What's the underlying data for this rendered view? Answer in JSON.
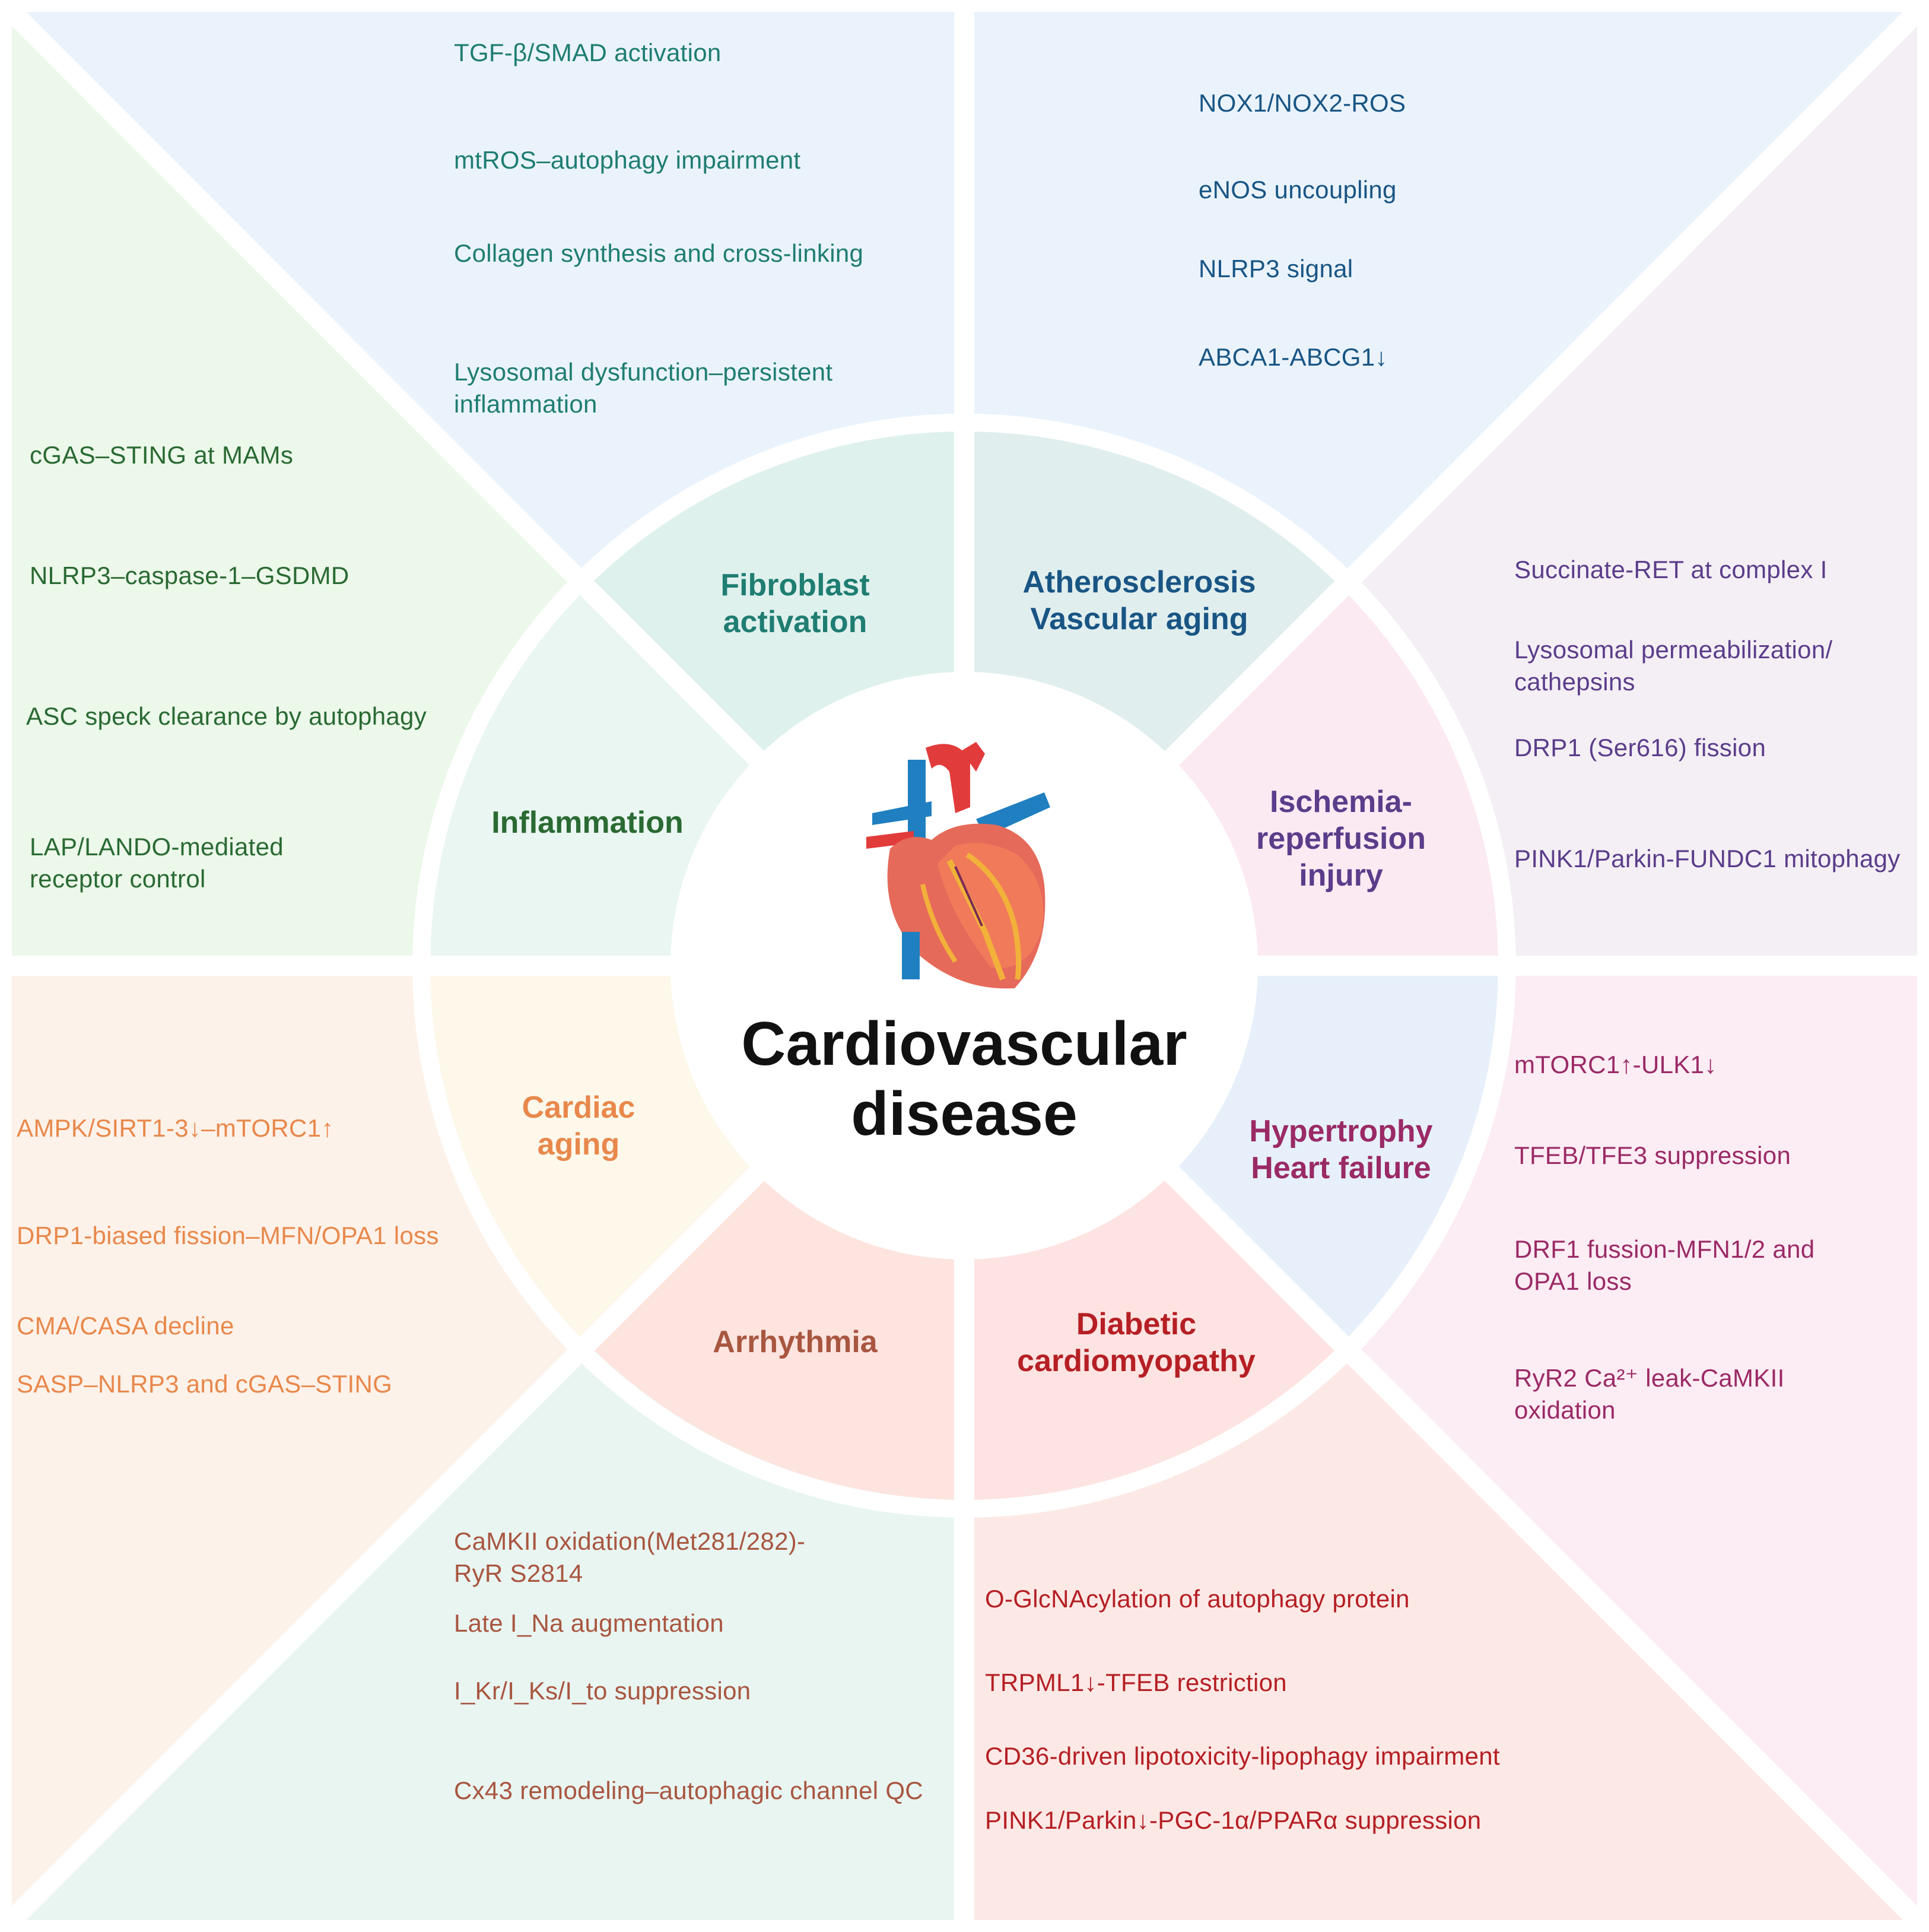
{
  "center_title": "Cardiovascular disease",
  "heart_icon": "heart-anatomy-icon",
  "colors": {
    "fibroblast": "#1f7d72",
    "atherosclerosis": "#195584",
    "ischemia": "#5b3d8a",
    "hypertrophy": "#9a2a66",
    "diabetic": "#b51f24",
    "arrhythmia": "#a85640",
    "aging": "#e8884c",
    "inflammation": "#2a6a33"
  },
  "segments": {
    "fibroblast": "Fibroblast activation",
    "atherosclerosis": "Atherosclerosis Vascular aging",
    "ischemia": "Ischemia-reperfusion injury",
    "hypertrophy": "Hypertrophy Heart failure",
    "diabetic": "Diabetic cardiomyopathy",
    "arrhythmia": "Arrhythmia",
    "aging": "Cardiac aging",
    "inflammation": "Inflammation"
  },
  "mechanisms": {
    "fibroblast": [
      "TGF-β/SMAD activation",
      "mtROS–autophagy impairment",
      "Collagen synthesis and cross-linking",
      "Lysosomal dysfunction–persistent inflammation"
    ],
    "atherosclerosis": [
      "NOX1/NOX2-ROS",
      "eNOS uncoupling",
      "NLRP3 signal",
      "ABCA1-ABCG1↓"
    ],
    "ischemia": [
      "Succinate-RET at complex I",
      "Lysosomal permeabilization/ cathepsins",
      "DRP1 (Ser616) fission",
      "PINK1/Parkin-FUNDC1 mitophagy"
    ],
    "hypertrophy": [
      "mTORC1↑-ULK1↓",
      "TFEB/TFE3 suppression",
      "DRF1 fussion-MFN1/2 and OPA1 loss",
      "RyR2 Ca²⁺ leak-CaMKII oxidation"
    ],
    "diabetic": [
      "O-GlcNAcylation of autophagy protein",
      "TRPML1↓-TFEB restriction",
      "CD36-driven lipotoxicity-lipophagy impairment",
      "PINK1/Parkin↓-PGC-1α/PPARα suppression"
    ],
    "arrhythmia": [
      "CaMKII oxidation(Met281/282)- RyR S2814",
      "Late I_Na augmentation",
      "I_Kr/I_Ks/I_to suppression",
      "Cx43 remodeling–autophagic channel QC"
    ],
    "aging": [
      "AMPK/SIRT1-3↓–mTORC1↑",
      "DRP1-biased fission–MFN/OPA1 loss",
      "CMA/CASA decline",
      "SASP–NLRP3 and cGAS–STING"
    ],
    "inflammation": [
      "cGAS–STING at MAMs",
      "NLRP3–caspase-1–GSDMD",
      "ASC speck clearance by autophagy",
      "LAP/LANDO-mediated receptor control"
    ]
  }
}
